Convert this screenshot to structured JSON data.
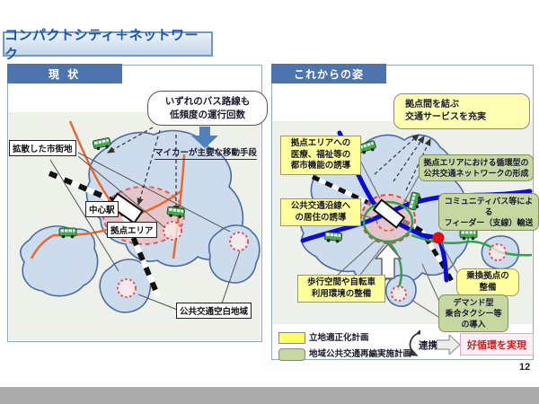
{
  "slide": {
    "page_number": "12"
  },
  "title": "コンパクトシティ＋ネットワーク",
  "left_panel": {
    "header": "現 状",
    "bubble": "いずれのバス路線も\n低頻度の運行回数",
    "car_note": "マイカーが主要な移動手段",
    "labels": {
      "sprawl": "拡散した市街地",
      "center_station": "中心駅",
      "base_area": "拠点エリア",
      "transit_blank_area": "公共交通空白地域"
    }
  },
  "right_panel": {
    "header": "これからの姿",
    "bubble": "拠点間を結ぶ\n交通サービスを充実",
    "location_plan_boxes": [
      {
        "text": "拠点エリアへの\n医療、福祉等の\n都市機能の誘導"
      },
      {
        "text": "公共交通沿線へ\nの居住の誘導"
      },
      {
        "text": "歩行空間や自転車\n利用環境の整備"
      },
      {
        "text": "乗換拠点の\n整備"
      }
    ],
    "transit_plan_boxes": [
      {
        "text": "拠点エリアにおける循環型の\n公共交通ネットワークの形成"
      },
      {
        "text": "コミュニティバス等による\nフィーダー（支線）輸送"
      },
      {
        "text": "デマンド型\n乗合タクシー等\nの導入"
      }
    ]
  },
  "legend": {
    "location_plan": "立地適正化計画",
    "transit_plan": "地域公共交通再編実施計画",
    "link_label": "連携",
    "result": "好循環を実現"
  },
  "colors": {
    "accent_blue": "#4e74ae",
    "title_blue": "#1857ae",
    "plan_yellow": "#ffff9c",
    "plan_green": "#c6d7a0",
    "bus_route_orange": "#e96a30",
    "transit_blue": "#0c0cd0",
    "feeder_green": "#2fa24f",
    "alert_red": "#dd1111",
    "result_pink": "#fdeff5"
  }
}
